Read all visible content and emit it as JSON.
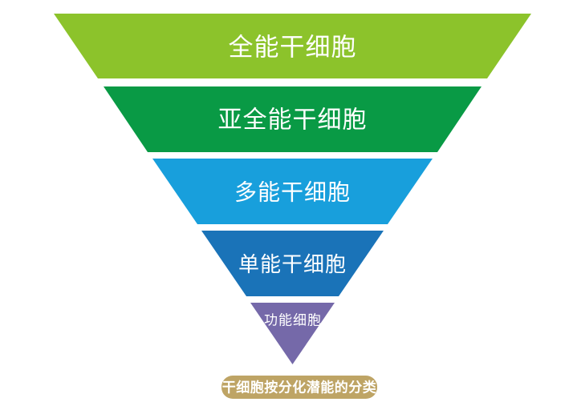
{
  "diagram": {
    "title": "干细胞按分化潜能的分类",
    "text_color": "#ffffff",
    "background_color": "#ffffff",
    "tiers": [
      {
        "label": "全能干细胞",
        "color": "#8cc32b"
      },
      {
        "label": "亚全能干细胞",
        "color": "#099a45"
      },
      {
        "label": "多能干细胞",
        "color": "#189fdc"
      },
      {
        "label": "单能干细胞",
        "color": "#1a73b8"
      },
      {
        "label": "功能细胞",
        "color": "#7569a9"
      }
    ],
    "caption": {
      "label": "干细胞按分化潜能的分类",
      "bg_color": "#bea465",
      "text_color": "#ffffff"
    }
  }
}
